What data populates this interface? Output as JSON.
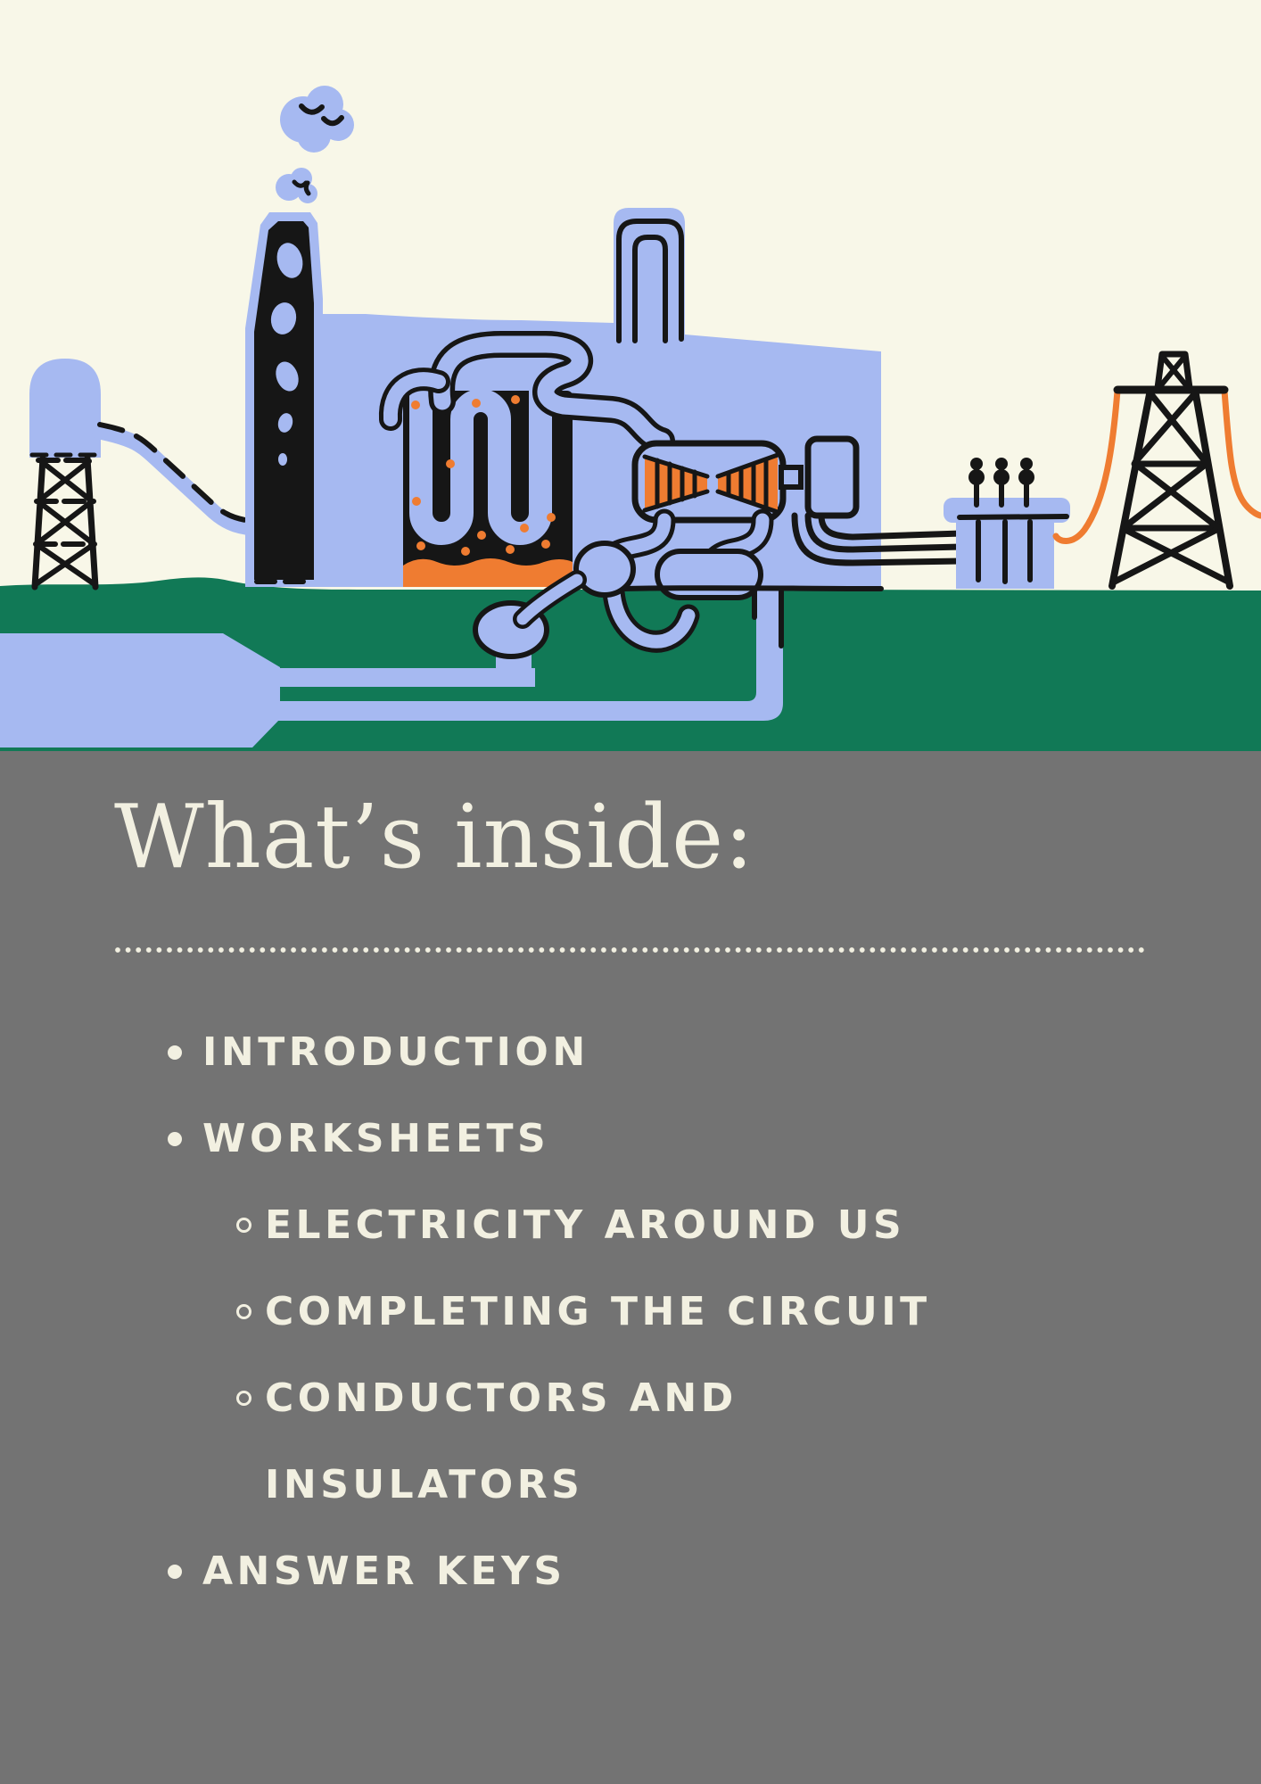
{
  "colors": {
    "background_gray": "#737373",
    "sky_cream": "#F8F7E8",
    "text_cream": "#F2F0E1",
    "illustration_blue": "#A6B9F1",
    "ground_green": "#117956",
    "accent_orange": "#EF7C31",
    "ink_black": "#161616"
  },
  "hero": {
    "illustration": "power-plant-scene",
    "elements": [
      "smoke",
      "water-tower",
      "chimney",
      "factory-building",
      "boiler",
      "turbine",
      "generator",
      "condenser",
      "underground-pipes",
      "power-wires",
      "transformer",
      "transmission-tower"
    ]
  },
  "content": {
    "title": "What’s inside:",
    "items": [
      {
        "level": 1,
        "lines": [
          "INTRODUCTION"
        ]
      },
      {
        "level": 1,
        "lines": [
          "WORKSHEETS"
        ]
      },
      {
        "level": 2,
        "lines": [
          "ELECTRICITY AROUND US"
        ]
      },
      {
        "level": 2,
        "lines": [
          "COMPLETING THE CIRCUIT"
        ]
      },
      {
        "level": 2,
        "lines": [
          "CONDUCTORS AND",
          "INSULATORS"
        ]
      },
      {
        "level": 1,
        "lines": [
          "ANSWER KEYS"
        ]
      }
    ]
  }
}
